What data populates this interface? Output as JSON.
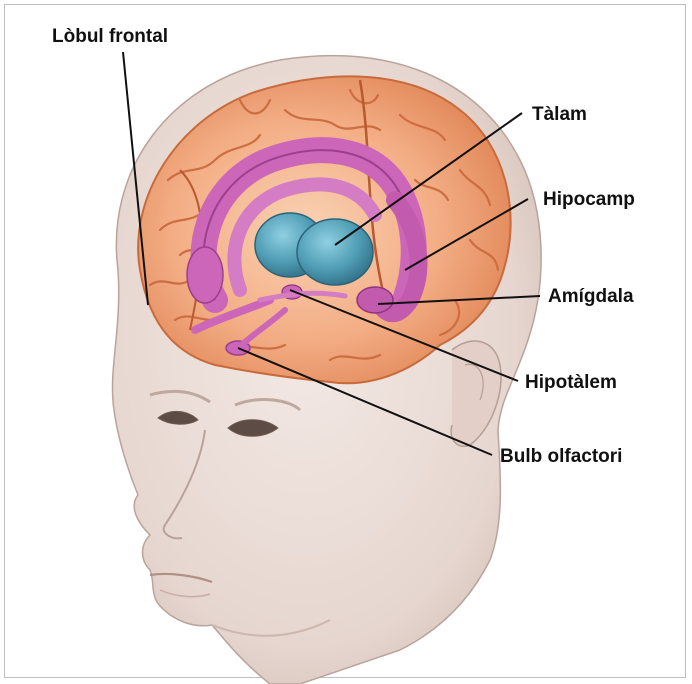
{
  "labels": {
    "frontal_lobe": "Lòbul frontal",
    "thalamus": "Tàlam",
    "hippocampus": "Hipocamp",
    "amygdala": "Amígdala",
    "hypothalamus": "Hipotàlem",
    "olfactory_bulb": "Bulb olfactori"
  },
  "colors": {
    "skin": "#eadcd6",
    "skin_shadow": "#cdbab2",
    "cortex": "#f2a77c",
    "cortex_light": "#f8c9a6",
    "cortex_dark": "#d9774a",
    "limbic": "#cc66b8",
    "limbic_dark": "#9c3f8c",
    "thalamus": "#4f9cb4",
    "leader_line": "#111111"
  }
}
